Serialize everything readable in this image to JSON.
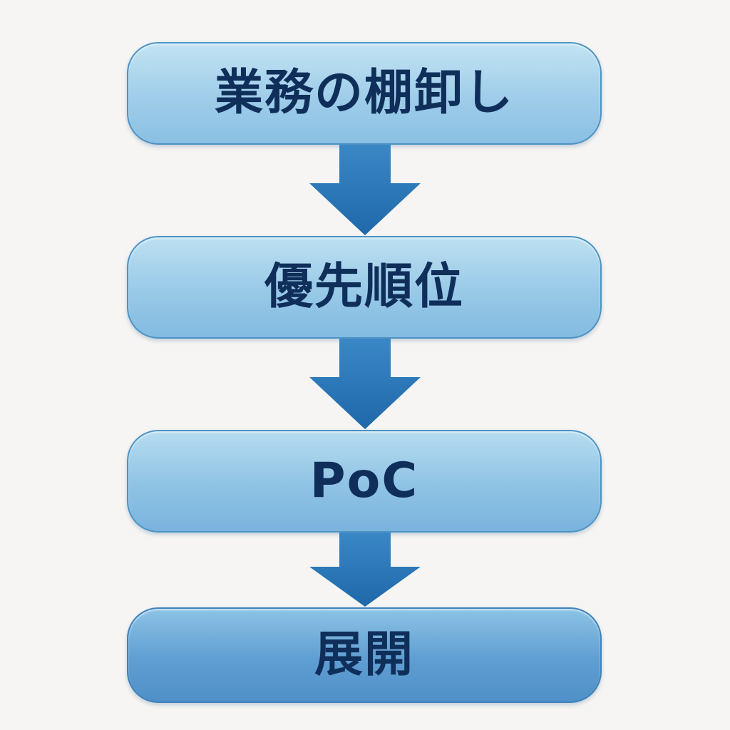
{
  "flow": {
    "steps": [
      {
        "label": "業務の棚卸し"
      },
      {
        "label": "優先順位"
      },
      {
        "label": "PoC"
      },
      {
        "label": "展開"
      }
    ]
  },
  "colors": {
    "background": "#f6f5f3",
    "box_border": "#4d93c4",
    "text": "#0f2f5a",
    "arrow": "#2f7cbd"
  }
}
